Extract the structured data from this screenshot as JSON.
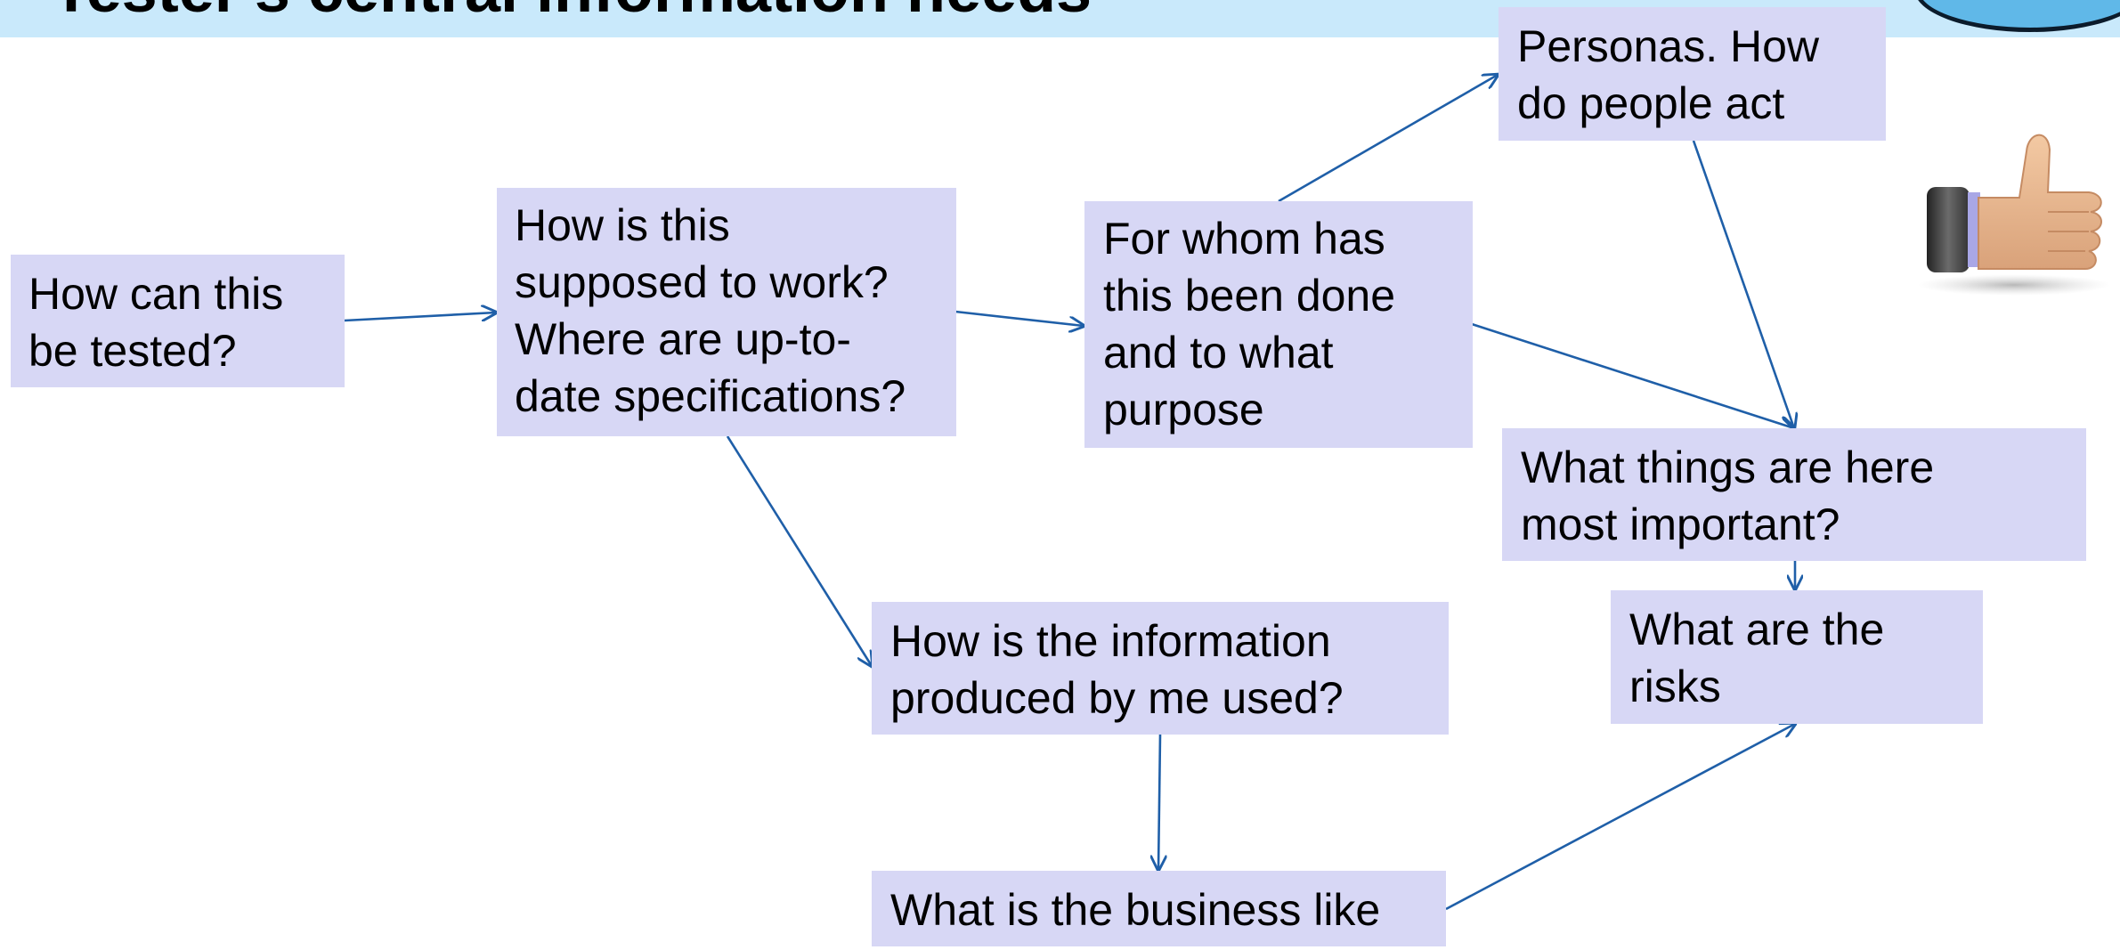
{
  "title": "Tester's central information needs",
  "nodes": {
    "how_tested": "How can this\nbe tested?",
    "how_work": "How is this\nsupposed to work?\nWhere are up-to-\ndate specifications?",
    "for_whom": "For whom has\nthis been done\nand to what\npurpose",
    "personas": "Personas. How\ndo people act",
    "important": "What things are here\nmost important?",
    "risks": "What are the\nrisks",
    "info_used": "How is the information\nproduced by me used?",
    "business": "What is the business like"
  },
  "colors": {
    "box_fill": "#d7d7f5",
    "arrow": "#1f5fa8",
    "title_band": "#c9e9fb"
  },
  "icons": [
    "thumbs-up-icon",
    "logo-oval"
  ]
}
